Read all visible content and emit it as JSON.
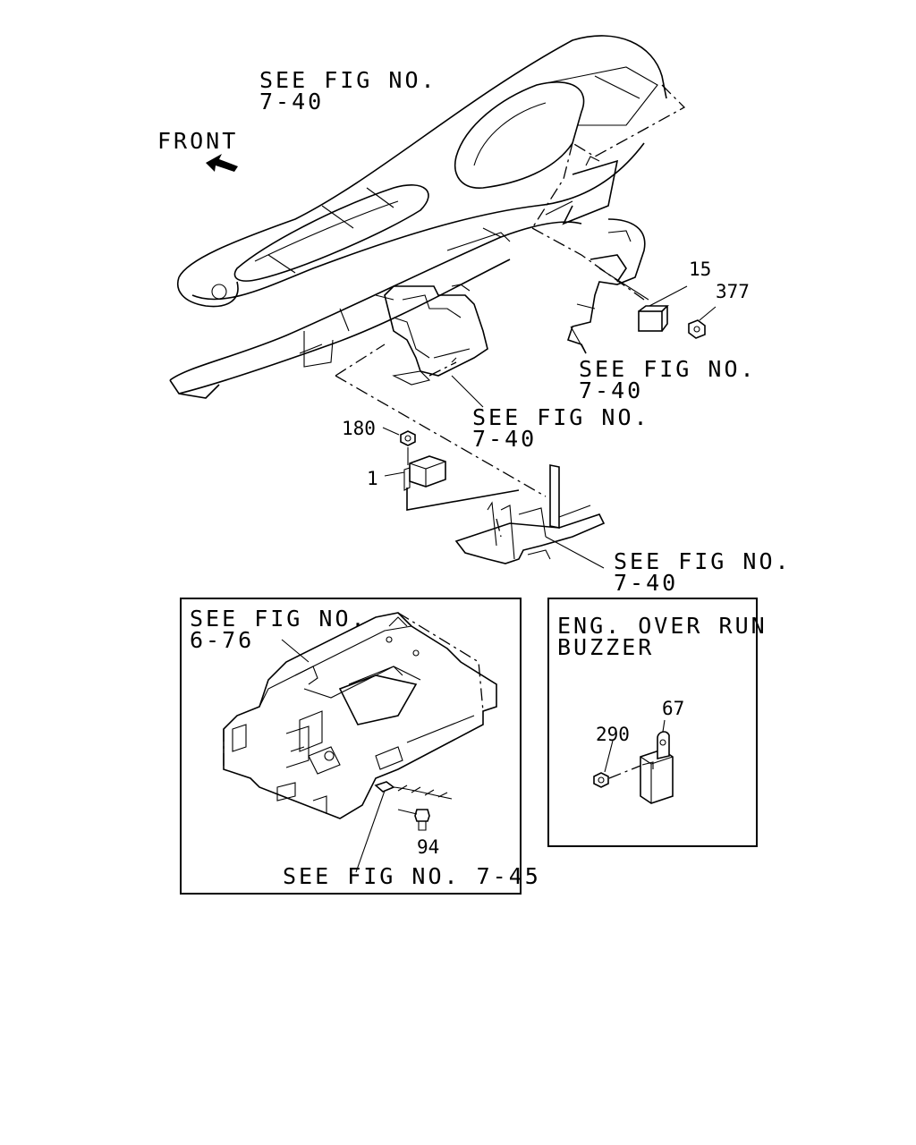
{
  "labels": {
    "front": "FRONT",
    "ref_dash_top": "SEE FIG NO.\n7-40",
    "ref_bracket_right": "SEE FIG NO.\n7-40",
    "ref_bracket_center": "SEE FIG NO.\n7-40",
    "ref_lower_right": "SEE FIG NO.\n7-40",
    "ref_console": "SEE FIG NO.\n6-76",
    "ref_console_bottom": "SEE FIG NO. 7-45",
    "buzzer_title": "ENG. OVER RUN\nBUZZER"
  },
  "part_numbers": {
    "p15": "15",
    "p377": "377",
    "p180": "180",
    "p1": "1",
    "p94": "94",
    "p67": "67",
    "p290": "290"
  },
  "icons": [
    "front-arrow-icon"
  ]
}
